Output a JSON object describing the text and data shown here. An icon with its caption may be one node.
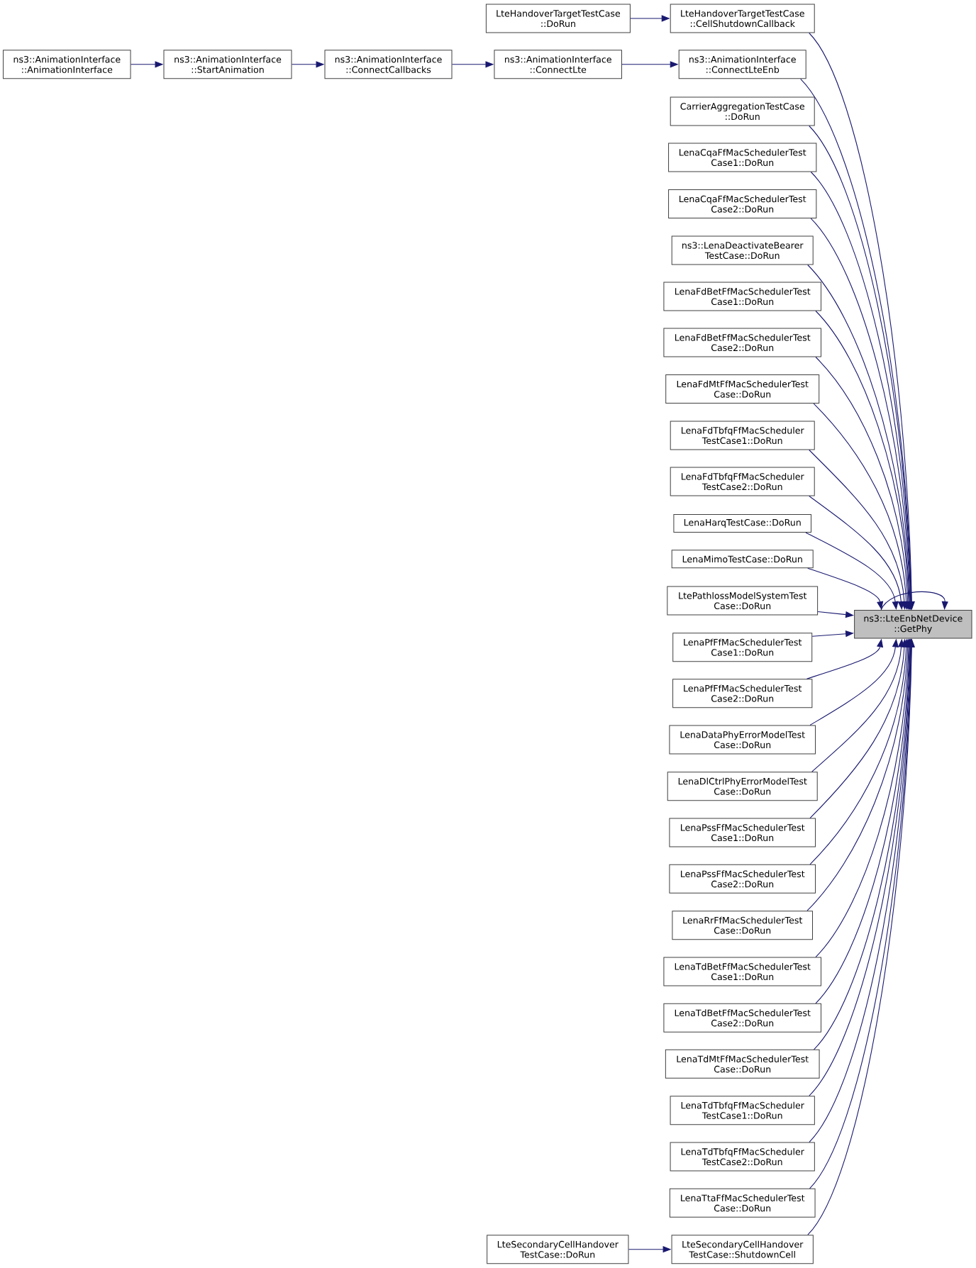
{
  "diagram": {
    "nodes": [
      {
        "text": [
          "LteHandoverTargetTestCase ::DoRun"
        ]
      },
      {
        "text": [
          "LteHandoverTargetTestCase ::CellShutdownCallback"
        ]
      },
      {
        "text": [
          "ns3::AnimationInterface ::AnimationInterface"
        ]
      },
      {
        "text": [
          "ns3::AnimationInterface ::StartAnimation"
        ]
      },
      {
        "text": [
          "ns3::AnimationInterface ::ConnectCallbacks"
        ]
      },
      {
        "text": [
          "ns3::AnimationInterface ::ConnectLte"
        ]
      },
      {
        "text": [
          "ns3::AnimationInterface ::ConnectLteEnb"
        ]
      },
      {
        "text": [
          "CarrierAggregationTestCase ::DoRun"
        ]
      },
      {
        "text": [
          "LenaCqaFfMacSchedulerTest Case1::DoRun"
        ]
      },
      {
        "text": [
          "LenaCqaFfMacSchedulerTest Case2::DoRun"
        ]
      },
      {
        "text": [
          "ns3::LenaDeactivateBearer TestCase::DoRun"
        ]
      },
      {
        "text": [
          "LenaFdBetFfMacSchedulerTest Case1::DoRun"
        ]
      },
      {
        "text": [
          "LenaFdBetFfMacSchedulerTest Case2::DoRun"
        ]
      },
      {
        "text": [
          "LenaFdMtFfMacSchedulerTest Case::DoRun"
        ]
      },
      {
        "text": [
          "LenaFdTbfqFfMacScheduler TestCase1::DoRun"
        ]
      },
      {
        "text": [
          "LenaFdTbfqFfMacScheduler TestCase2::DoRun"
        ]
      },
      {
        "text": [
          "LenaHarqTestCase::DoRun"
        ]
      },
      {
        "text": [
          "LenaMimoTestCase::DoRun"
        ]
      },
      {
        "text": [
          "LtePathlossModelSystemTest Case::DoRun"
        ]
      },
      {
        "text": [
          "LenaPfFfMacSchedulerTest Case1::DoRun"
        ]
      },
      {
        "text": [
          "LenaPfFfMacSchedulerTest Case2::DoRun"
        ]
      },
      {
        "text": [
          "LenaDataPhyErrorModelTest Case::DoRun"
        ]
      },
      {
        "text": [
          "LenaDlCtrlPhyErrorModelTest Case::DoRun"
        ]
      },
      {
        "text": [
          "LenaPssFfMacSchedulerTest Case1::DoRun"
        ]
      },
      {
        "text": [
          "LenaPssFfMacSchedulerTest Case2::DoRun"
        ]
      },
      {
        "text": [
          "LenaRrFfMacSchedulerTest Case::DoRun"
        ]
      },
      {
        "text": [
          "LenaTdBetFfMacSchedulerTest Case1::DoRun"
        ]
      },
      {
        "text": [
          "LenaTdBetFfMacSchedulerTest Case2::DoRun"
        ]
      },
      {
        "text": [
          "LenaTdMtFfMacSchedulerTest Case::DoRun"
        ]
      },
      {
        "text": [
          "LenaTdTbfqFfMacScheduler TestCase1::DoRun"
        ]
      },
      {
        "text": [
          "LenaTdTbfqFfMacScheduler TestCase2::DoRun"
        ]
      },
      {
        "text": [
          "LenaTtaFfMacSchedulerTest Case::DoRun"
        ]
      },
      {
        "text": [
          "LteSecondaryCellHandover TestCase::DoRun"
        ]
      },
      {
        "text": [
          "LteSecondaryCellHandover TestCase::ShutdownCell"
        ]
      },
      {
        "text": [
          "ns3::LteEnbNetDevice ::GetPhy"
        ]
      }
    ],
    "edges": [
      {
        "from": 0,
        "to": 1,
        "arrow": "to"
      },
      {
        "from": 2,
        "to": 3,
        "arrow": "to"
      },
      {
        "from": 3,
        "to": 4,
        "arrow": "to"
      },
      {
        "from": 4,
        "to": 5,
        "arrow": "to"
      },
      {
        "from": 5,
        "to": 6,
        "arrow": "to"
      },
      {
        "from": 1,
        "to": 34,
        "arrow": "to"
      },
      {
        "from": 6,
        "to": 34,
        "arrow": "to"
      },
      {
        "from": 7,
        "to": 34,
        "arrow": "to"
      },
      {
        "from": 8,
        "to": 34,
        "arrow": "to"
      },
      {
        "from": 9,
        "to": 34,
        "arrow": "to"
      },
      {
        "from": 10,
        "to": 34,
        "arrow": "to"
      },
      {
        "from": 11,
        "to": 34,
        "arrow": "to"
      },
      {
        "from": 12,
        "to": 34,
        "arrow": "to"
      },
      {
        "from": 13,
        "to": 34,
        "arrow": "to"
      },
      {
        "from": 14,
        "to": 34,
        "arrow": "to"
      },
      {
        "from": 15,
        "to": 34,
        "arrow": "to"
      },
      {
        "from": 16,
        "to": 34,
        "arrow": "to"
      },
      {
        "from": 17,
        "to": 34,
        "arrow": "to"
      },
      {
        "from": 18,
        "to": 34,
        "arrow": "to"
      },
      {
        "from": 19,
        "to": 34,
        "arrow": "to"
      },
      {
        "from": 20,
        "to": 34,
        "arrow": "to"
      },
      {
        "from": 21,
        "to": 34,
        "arrow": "to"
      },
      {
        "from": 22,
        "to": 34,
        "arrow": "to"
      },
      {
        "from": 23,
        "to": 34,
        "arrow": "to"
      },
      {
        "from": 24,
        "to": 34,
        "arrow": "to"
      },
      {
        "from": 25,
        "to": 34,
        "arrow": "to"
      },
      {
        "from": 26,
        "to": 34,
        "arrow": "to"
      },
      {
        "from": 27,
        "to": 34,
        "arrow": "to"
      },
      {
        "from": 28,
        "to": 34,
        "arrow": "to"
      },
      {
        "from": 29,
        "to": 34,
        "arrow": "to"
      },
      {
        "from": 30,
        "to": 34,
        "arrow": "to"
      },
      {
        "from": 31,
        "to": 34,
        "arrow": "to"
      },
      {
        "from": 32,
        "to": 33,
        "arrow": "to"
      },
      {
        "from": 33,
        "to": 34,
        "arrow": "to"
      },
      {
        "from": 34,
        "to": 34,
        "arrow": "to"
      }
    ]
  }
}
